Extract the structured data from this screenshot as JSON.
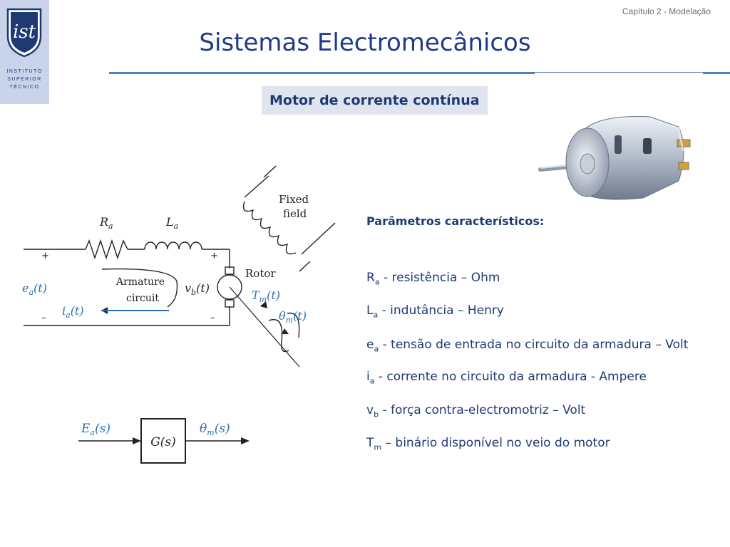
{
  "logo": {
    "mark": "ist",
    "lines": [
      "INSTITUTO",
      "SUPERIOR",
      "TÉCNICO"
    ]
  },
  "header": {
    "chapter": "Capítulo 2 - Modelação",
    "title": "Sistemas Electromecânicos"
  },
  "subtitle": "Motor de corrente contínua",
  "circuit": {
    "labels": {
      "ra": "R",
      "ra_sub": "a",
      "la": "L",
      "la_sub": "a",
      "fixed": "Fixed",
      "field": "field",
      "rotor": "Rotor",
      "armature": "Armature",
      "circuit": "circuit",
      "ea": "e",
      "ea_sub": "a",
      "ea_t": "(t)",
      "vb": "v",
      "vb_sub": "b",
      "vb_t": "(t)",
      "ia": "i",
      "ia_sub": "a",
      "ia_t": "(t)",
      "tm": "T",
      "tm_sub": "m",
      "tm_t": "(t)",
      "theta": "θ",
      "theta_sub": "m",
      "theta_t": "(t)",
      "plus": "+",
      "minus": "–"
    }
  },
  "block": {
    "input": "E",
    "input_sub": "a",
    "input_t": "(s)",
    "tf": "G(s)",
    "output": "θ",
    "output_sub": "m",
    "output_t": "(s)"
  },
  "params": {
    "heading": "Parâmetros característicos:",
    "rows": [
      {
        "sym": "R",
        "sub": "a",
        "text": " - resistência – Ohm"
      },
      {
        "sym": "L",
        "sub": "a",
        "text": " -  indutância – Henry"
      },
      {
        "sym": "e",
        "sub": "a",
        "text": " -  tensão de entrada no circuito da armadura – Volt"
      },
      {
        "sym": "i",
        "sub": "a",
        "text": " -   corrente no circuito da armadura - Ampere"
      },
      {
        "sym": "v",
        "sub": "b",
        "text": " -  força contra-electromotriz – Volt"
      },
      {
        "sym": "T",
        "sub": "m",
        "text": " – binário disponível no veio do motor"
      }
    ]
  },
  "colors": {
    "title": "#1f3a8a",
    "text": "#1f3a73",
    "rule": "#4f7ebd",
    "logo_bg": "#c9d4ea",
    "subbox_bg": "#dfe4ef",
    "signal_label": "#2a6fb3"
  }
}
